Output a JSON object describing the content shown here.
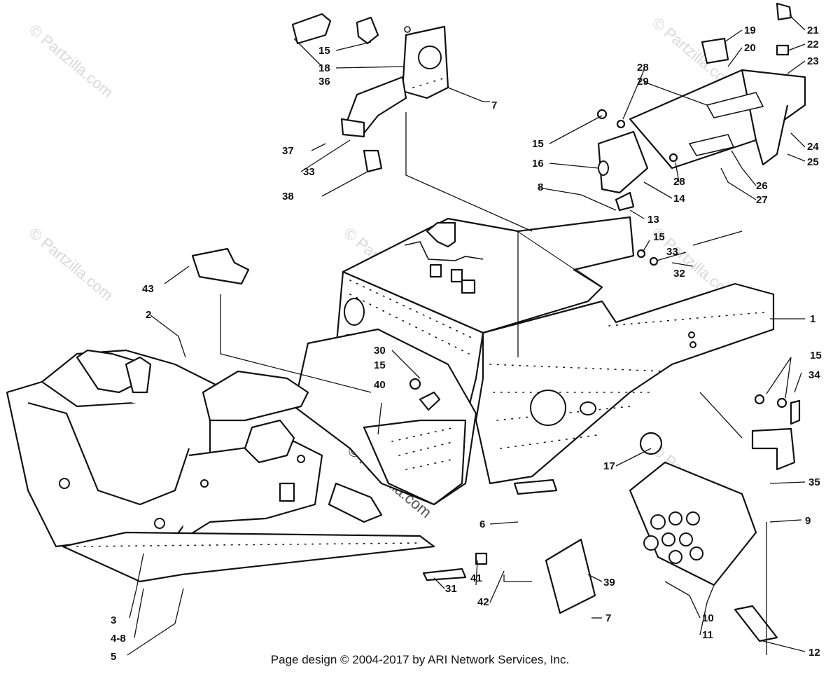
{
  "footer": {
    "credit": "Page design © 2004-2017 by ARI Network Services, Inc."
  },
  "watermark": {
    "text": "© Partzilla.com"
  },
  "callouts": [
    {
      "id": "c1",
      "label": "1"
    },
    {
      "id": "c2",
      "label": "2"
    },
    {
      "id": "c3",
      "label": "3"
    },
    {
      "id": "c4",
      "label": "4-8"
    },
    {
      "id": "c5",
      "label": "5"
    },
    {
      "id": "c6",
      "label": "6"
    },
    {
      "id": "c7a",
      "label": "7"
    },
    {
      "id": "c7b",
      "label": "7"
    },
    {
      "id": "c8",
      "label": "8"
    },
    {
      "id": "c9",
      "label": "9"
    },
    {
      "id": "c10",
      "label": "10"
    },
    {
      "id": "c11",
      "label": "11"
    },
    {
      "id": "c12",
      "label": "12"
    },
    {
      "id": "c13",
      "label": "13"
    },
    {
      "id": "c14",
      "label": "14"
    },
    {
      "id": "c15a",
      "label": "15"
    },
    {
      "id": "c15b",
      "label": "15"
    },
    {
      "id": "c15c",
      "label": "15"
    },
    {
      "id": "c15d",
      "label": "15"
    },
    {
      "id": "c15e",
      "label": "15"
    },
    {
      "id": "c16",
      "label": "16"
    },
    {
      "id": "c17",
      "label": "17"
    },
    {
      "id": "c18",
      "label": "18"
    },
    {
      "id": "c19",
      "label": "19"
    },
    {
      "id": "c20",
      "label": "20"
    },
    {
      "id": "c21",
      "label": "21"
    },
    {
      "id": "c22",
      "label": "22"
    },
    {
      "id": "c23",
      "label": "23"
    },
    {
      "id": "c24",
      "label": "24"
    },
    {
      "id": "c25",
      "label": "25"
    },
    {
      "id": "c26",
      "label": "26"
    },
    {
      "id": "c27",
      "label": "27"
    },
    {
      "id": "c28a",
      "label": "28"
    },
    {
      "id": "c28b",
      "label": "28"
    },
    {
      "id": "c29",
      "label": "29"
    },
    {
      "id": "c30",
      "label": "30"
    },
    {
      "id": "c31",
      "label": "31"
    },
    {
      "id": "c32",
      "label": "32"
    },
    {
      "id": "c33a",
      "label": "33"
    },
    {
      "id": "c33b",
      "label": "33"
    },
    {
      "id": "c34",
      "label": "34"
    },
    {
      "id": "c35",
      "label": "35"
    },
    {
      "id": "c36",
      "label": "36"
    },
    {
      "id": "c37",
      "label": "37"
    },
    {
      "id": "c38",
      "label": "38"
    },
    {
      "id": "c39",
      "label": "39"
    },
    {
      "id": "c40",
      "label": "40"
    },
    {
      "id": "c41",
      "label": "41"
    },
    {
      "id": "c42",
      "label": "42"
    },
    {
      "id": "c43",
      "label": "43"
    }
  ]
}
